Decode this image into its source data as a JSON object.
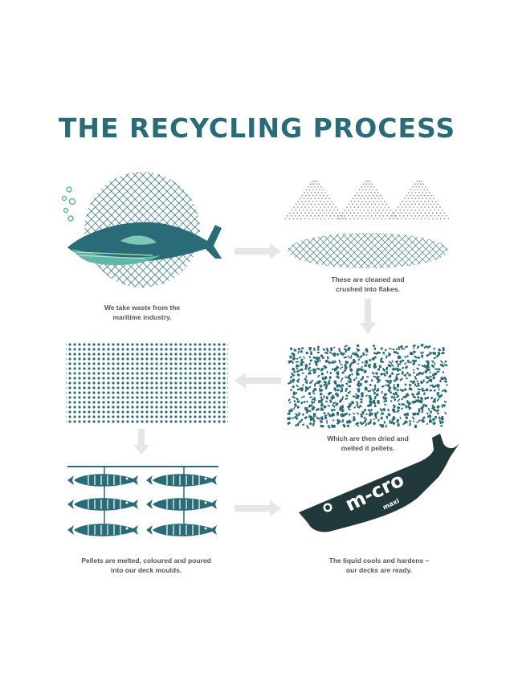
{
  "title": "THE RECYCLING PROCESS",
  "colors": {
    "teal": "#2a6b78",
    "light_teal": "#5fb7a8",
    "dark": "#1f3b3d",
    "arrow": "#e6e6e6",
    "text": "#555555"
  },
  "steps": [
    {
      "icon": "whale-in-net-icon",
      "lines": [
        "We take waste from the",
        "maritime industry."
      ]
    },
    {
      "icon": "spray-clean-icon",
      "lines": [
        "These are cleaned and",
        "crushed into flakes."
      ]
    },
    {
      "icon": "flakes-icon",
      "lines": [
        "Which are then dried and",
        "melted it pellets."
      ]
    },
    {
      "icon": "pellets-icon",
      "lines": []
    },
    {
      "icon": "fish-moulds-icon",
      "lines": [
        "Pellets are melted, coloured and poured",
        "into our deck moulds."
      ]
    },
    {
      "icon": "scooter-deck-icon",
      "lines": [
        "The liquid cools and hardens –",
        "our decks are ready."
      ]
    }
  ],
  "deck_logo": {
    "brand": "m-cro",
    "model": "maxi"
  }
}
